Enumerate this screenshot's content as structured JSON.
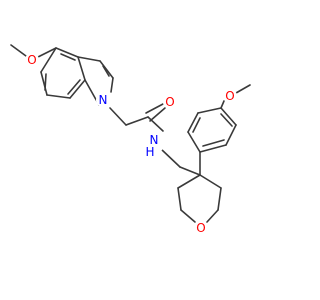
{
  "molecule": {
    "atoms": [
      {
        "id": "o_ome_a",
        "symbol": "O",
        "color": "#ff0000"
      },
      {
        "id": "n_indole",
        "symbol": "N",
        "color": "#0000ff"
      },
      {
        "id": "o_carbonyl",
        "symbol": "O",
        "color": "#ff0000"
      },
      {
        "id": "o_ome_b",
        "symbol": "O",
        "color": "#ff0000"
      },
      {
        "id": "nh_amide",
        "symbol": "N",
        "sub": "H",
        "color": "#0000ff"
      },
      {
        "id": "o_pyran",
        "symbol": "O",
        "color": "#ff0000"
      }
    ],
    "bond_color": "#3a3a3a"
  }
}
